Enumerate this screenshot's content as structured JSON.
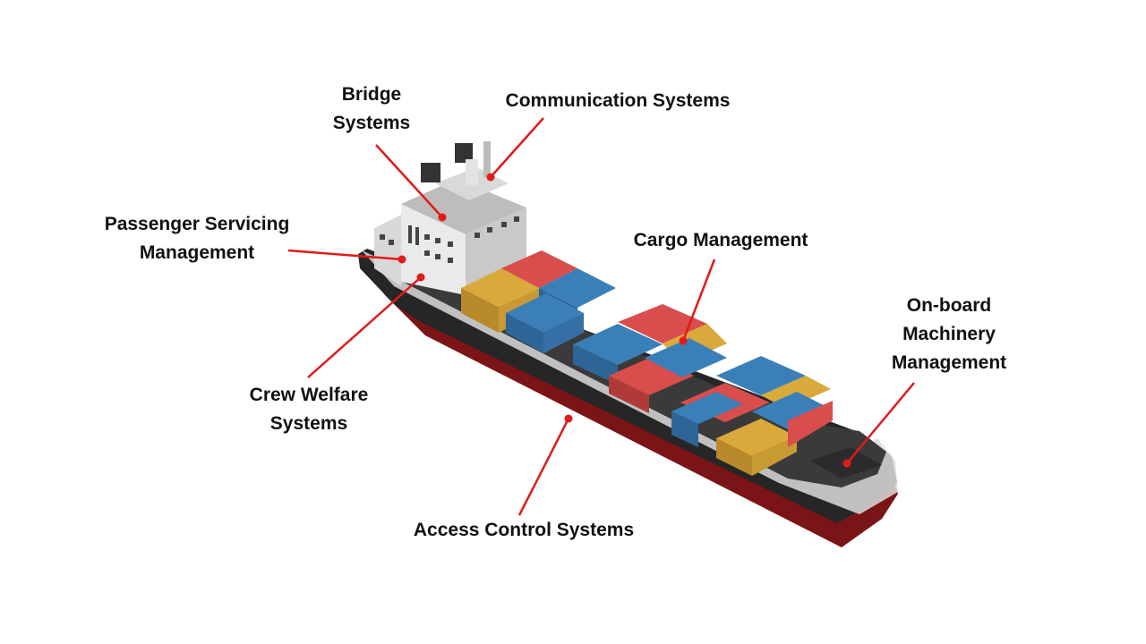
{
  "accent_color": "#e11a1a",
  "ship_colors": {
    "hull_red": "#7a1416",
    "hull_black": "#262626",
    "deck": "#3a3a3a",
    "superstructure": "#e6e6e6",
    "container_red": "#d94d4d",
    "container_blue": "#3b7fb8",
    "container_yellow": "#d9a93b"
  },
  "labels": [
    {
      "id": "bridge",
      "text": "Bridge\nSystems"
    },
    {
      "id": "communication",
      "text": "Communication Systems"
    },
    {
      "id": "passenger",
      "text": "Passenger Servicing\nManagement"
    },
    {
      "id": "cargo",
      "text": "Cargo Management"
    },
    {
      "id": "onboard",
      "text": "On-board\nMachinery\nManagement"
    },
    {
      "id": "crew",
      "text": "Crew  Welfare\nSystems"
    },
    {
      "id": "access",
      "text": "Access Control Systems"
    }
  ]
}
